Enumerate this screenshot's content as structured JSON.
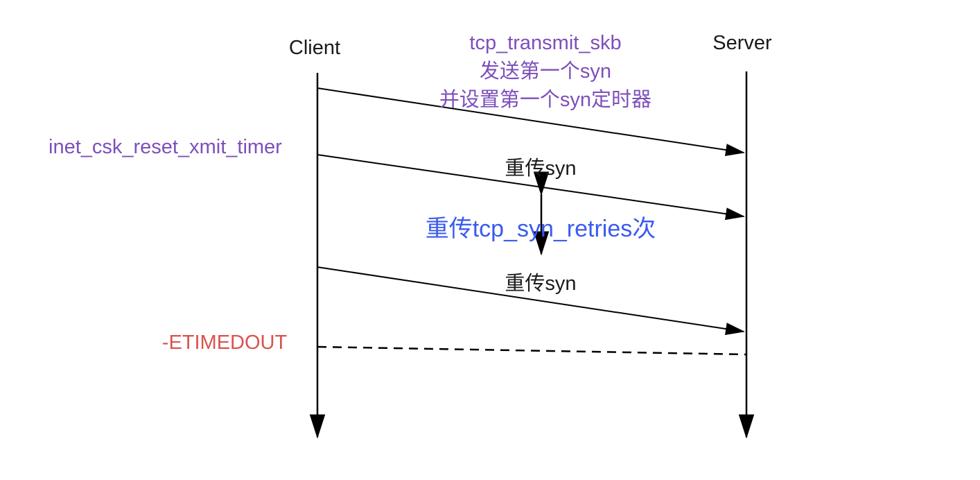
{
  "diagram": {
    "type": "sequence-diagram",
    "background_color": "#ffffff",
    "line_color": "#000000",
    "actors": {
      "client": "Client",
      "server": "Server"
    },
    "notes": {
      "transmit": {
        "color": "#7d4fbb",
        "line1": "tcp_transmit_skb",
        "line2": "发送第一个syn",
        "line3": "并设置第一个syn定时器"
      },
      "reset_timer": {
        "color": "#7d4fbb",
        "text": "inet_csk_reset_xmit_timer"
      },
      "retransmit_1": {
        "color": "#1a1a1a",
        "text": "重传syn"
      },
      "retries": {
        "color": "#3a5bf0",
        "text": "重传tcp_syn_retries次"
      },
      "retransmit_2": {
        "color": "#1a1a1a",
        "text": "重传syn"
      },
      "timeout": {
        "color": "#d9534f",
        "text": "-ETIMEDOUT"
      }
    },
    "messages": [
      {
        "from": "client",
        "to": "server",
        "style": "solid-arrow",
        "label_ref": "transmit"
      },
      {
        "from": "client",
        "to": "server",
        "style": "solid-arrow",
        "label_ref": "retransmit_1"
      },
      {
        "from": "client",
        "to": "server",
        "style": "solid-arrow",
        "label_ref": "retransmit_2"
      },
      {
        "from": "client",
        "to": "server",
        "style": "dashed",
        "label_ref": "timeout"
      }
    ]
  }
}
